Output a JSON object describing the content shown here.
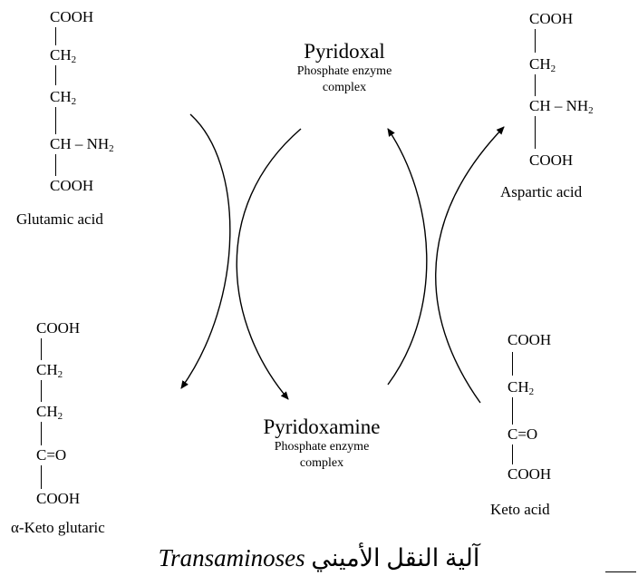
{
  "glutamic_acid": {
    "r1": "COOH",
    "r2_main": "CH",
    "r2_sub": "2",
    "r3_main": "CH",
    "r3_sub": "2",
    "r4_main": "CH – NH",
    "r4_sub": "2",
    "r5": "COOH",
    "name": "Glutamic acid"
  },
  "alpha_keto_glutaric": {
    "r1": "COOH",
    "r2_main": "CH",
    "r2_sub": "2",
    "r3_main": "CH",
    "r3_sub": "2",
    "r4": "C=O",
    "r5": "COOH",
    "name": "α-Keto glutaric"
  },
  "aspartic_acid": {
    "r1": "COOH",
    "r2_main": "CH",
    "r2_sub": "2",
    "r3_main": "CH – NH",
    "r3_sub": "2",
    "r4": "COOH",
    "name": "Aspartic acid"
  },
  "keto_acid": {
    "r1": "COOH",
    "r2_main": "CH",
    "r2_sub": "2",
    "r3": "C=O",
    "r4": "COOH",
    "name": "Keto acid"
  },
  "pyridoxal": {
    "title": "Pyridoxal",
    "line1": "Phosphate enzyme",
    "line2": "complex"
  },
  "pyridoxamine": {
    "title": "Pyridoxamine",
    "line1": "Phosphate enzyme",
    "line2": "complex"
  },
  "bottom_title": {
    "latin": "Transaminoses",
    "arabic": "آلية النقل الأميني"
  },
  "colors": {
    "ink": "#000000",
    "background": "#ffffff"
  }
}
